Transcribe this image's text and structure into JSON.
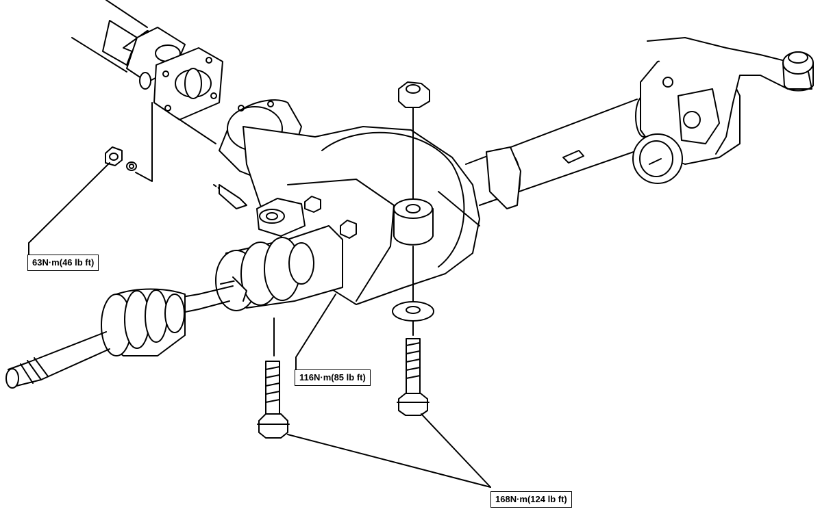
{
  "torque_specs": {
    "nut_63": "63N·m(46 lb ft)",
    "bolt_116": "116N·m(85 lb ft)",
    "bolt_168": "168N·m(124 lb ft)"
  },
  "colors": {
    "line": "#000000",
    "background": "#ffffff"
  }
}
